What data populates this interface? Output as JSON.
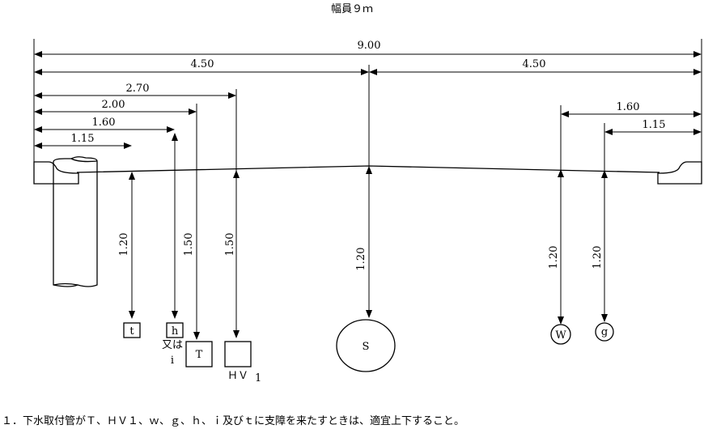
{
  "title": "幅員９ｍ",
  "dimensions": {
    "total": "9.00",
    "half_left": "4.50",
    "half_right": "4.50",
    "hv_offset": "2.70",
    "t_offset": "2.00",
    "h_offset": "1.60",
    "tt_offset": "1.15",
    "w_offset": "1.60",
    "g_offset": "1.15"
  },
  "depths": {
    "t": "1.20",
    "T": "1.50",
    "HV": "1.50",
    "S": "1.20",
    "W": "1.20",
    "g": "1.20"
  },
  "utilities": {
    "t": "t",
    "h": "h",
    "or": "又は",
    "i": "i",
    "T": "T",
    "HV": "ＨＶ",
    "HV_sub": "1",
    "S": "S",
    "W": "W",
    "g": "g"
  },
  "footnote": "１．下水取付管がＴ、ＨＶ１、ｗ、ｇ、ｈ、ｉ及びｔに支障を来たすときは、適宜上下すること。"
}
